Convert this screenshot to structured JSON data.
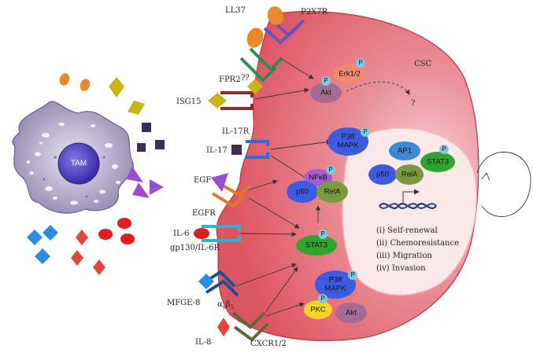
{
  "tam": {
    "label": "TAM"
  },
  "receptors": {
    "ll37": "LL37",
    "p2x7r": "P2X7R",
    "fpr2": "FPR2",
    "isg15": "ISG15",
    "unknown": "??",
    "il17r": "IL-17R",
    "il17": "IL-17",
    "egf": "EGF",
    "egfr": "EGFR",
    "il6": "IL-6",
    "gp130": "gp130/IL-6R",
    "mfge8": "MFGE-8",
    "avb5_main": "α",
    "avb5_sub1": "v",
    "avb5_mid": "β",
    "avb5_sub2": "5",
    "il8": "IL-8",
    "cxcr": "CXCR1/2"
  },
  "cell": {
    "label": "CSC",
    "question": "?"
  },
  "molecules": {
    "erk": "Erk1/2",
    "akt_top": "Akt",
    "p38_top_1": "P38",
    "p38_top_2": "MAPK",
    "nfkb": "NFκB",
    "p50": "p50",
    "rela": "RelA",
    "stat3": "STAT3",
    "p38_bot_1": "P38",
    "p38_bot_2": "MAPK",
    "pkc": "PKC",
    "akt_bot": "Akt",
    "ap1": "AP1",
    "stat3_nuc": "STAT3",
    "p50_nuc": "p50",
    "rela_nuc": "RelA",
    "phospho": "P"
  },
  "outcomes": [
    "(i) Self-renewal",
    "(ii) Chemoresistance",
    "(iii) Migration",
    "(iv) Invasion"
  ],
  "colors": {
    "cell_fill": "#e0646e",
    "nucleus_fill": "#fbe9ea",
    "tam_fill": "#9f94b8",
    "tam_core": "#5c4fbf",
    "phospho": "#7ecbe0"
  }
}
